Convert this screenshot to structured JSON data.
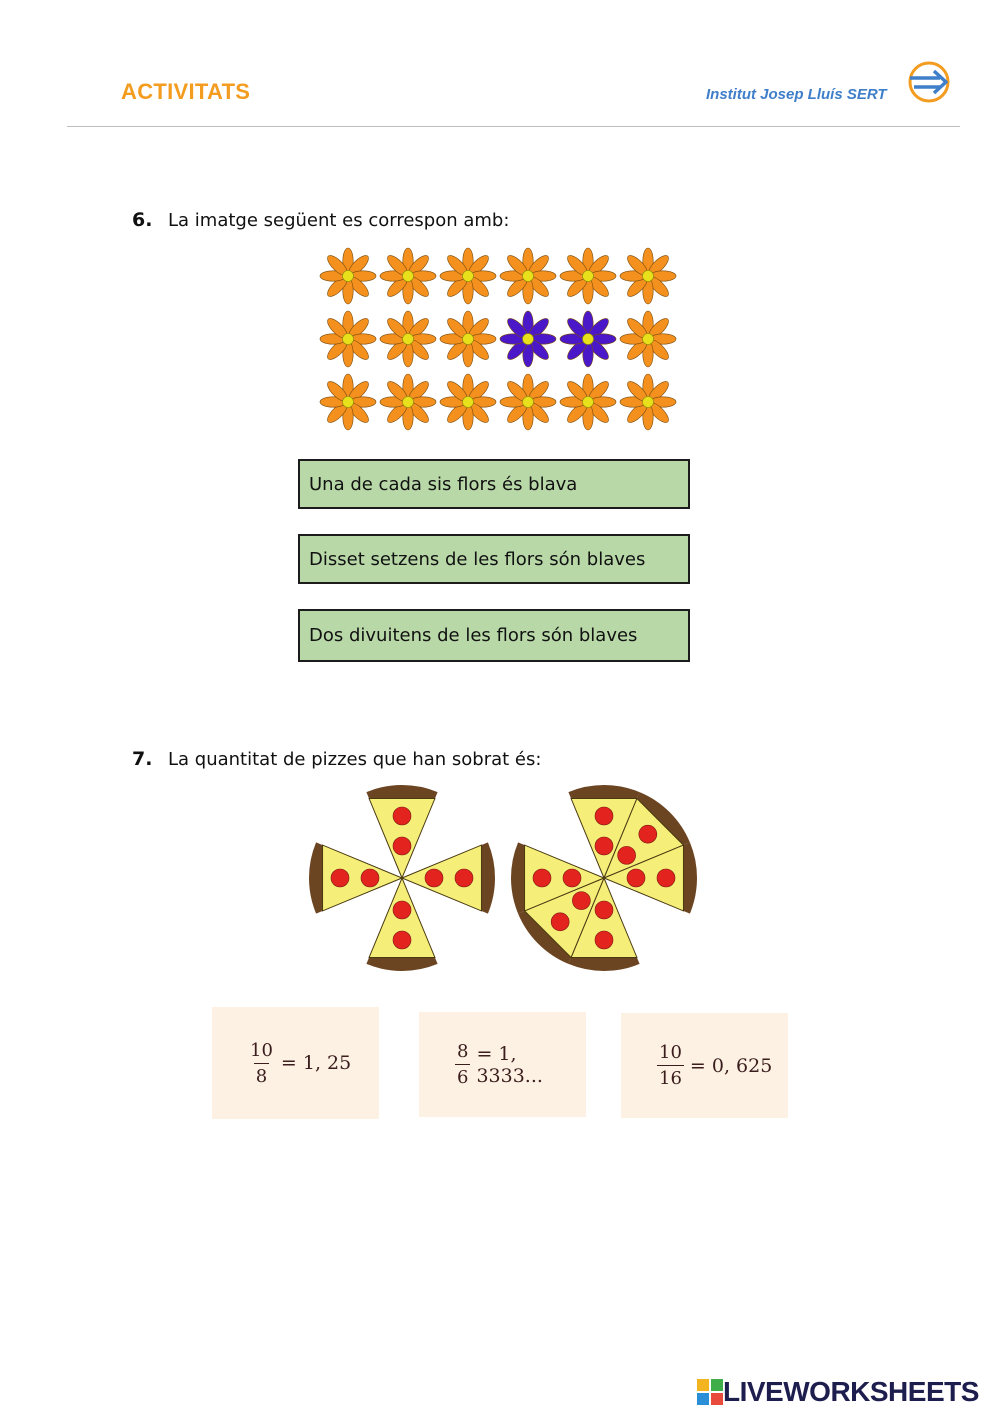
{
  "header": {
    "title": "ACTIVITATS",
    "school": "Institut Josep Lluís SERT"
  },
  "q6": {
    "number": "6.",
    "text": "La imatge següent es correspon amb:",
    "flowers": {
      "rows": 3,
      "cols": 6,
      "blue_positions": [
        [
          1,
          3
        ],
        [
          1,
          4
        ]
      ],
      "orange_color": "#f3901e",
      "blue_color": "#4a18c8",
      "center_color": "#e7e01a"
    },
    "options": [
      "Una de cada sis flors és blava",
      "Disset setzens de les flors són blaves",
      "Dos divuitens de les flors són blaves"
    ]
  },
  "q7": {
    "number": "7.",
    "text": "La quantitat de pizzes que han sobrat és:",
    "pizzas": [
      {
        "slices_total": 8,
        "slices_present": 4
      },
      {
        "slices_total": 8,
        "slices_present": 6
      }
    ],
    "options": [
      {
        "num": "10",
        "den": "8",
        "rest": "= 1, 25"
      },
      {
        "num": "8",
        "den": "6",
        "rest": "= 1, 3333..."
      },
      {
        "num": "10",
        "den": "16",
        "rest": "= 0, 625"
      }
    ]
  },
  "footer": {
    "brand": "LIVEWORKSHEETS"
  },
  "colors": {
    "accent_orange": "#f39c1f",
    "school_blue": "#3f7ec9",
    "option_green": "#b8d8a8",
    "fraction_card": "#fdf1e4",
    "cheese": "#f5ef7a",
    "crust": "#6b4421",
    "pepperoni": "#e2231e"
  }
}
